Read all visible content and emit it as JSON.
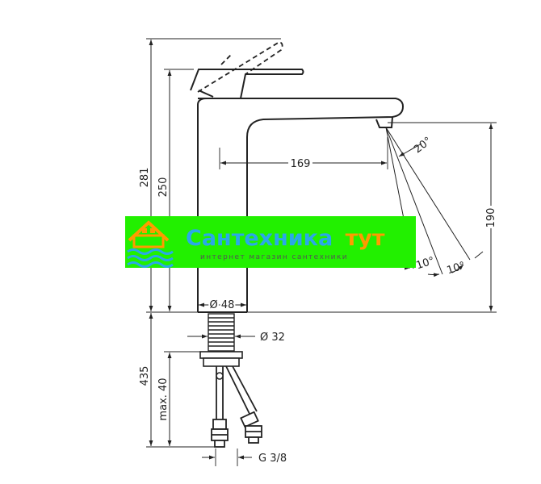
{
  "dimensions": {
    "total_height": "281",
    "body_height": "250",
    "reach": "169",
    "spout_height": "190",
    "base_diameter": "Ø 48",
    "hole_diameter": "Ø 32",
    "installation_length": "435",
    "max_thickness": "max. 40",
    "connection": "G 3/8",
    "spray_angle": "20°",
    "angle_a": "10°",
    "angle_b": "10°"
  },
  "watermark": {
    "title_part1": "Сантехника",
    "title_part2": "тут",
    "subtitle": "интернет магазин сантехники",
    "colors": {
      "band": "#22f000",
      "title1": "#2aa8e8",
      "title2": "#ff9a00",
      "house": "#ff9a00",
      "waves": "#2aa8e8",
      "subtitle": "#555555"
    }
  }
}
